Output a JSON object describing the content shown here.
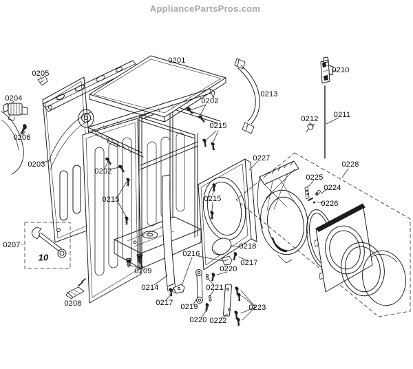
{
  "watermark": "AppliancePartsPros.com",
  "labels": {
    "0201": "0201",
    "0202": "0202",
    "0203": "0203",
    "0204": "0204",
    "0205": "0205",
    "0206": "0206",
    "0207": "0207",
    "0208": "0208",
    "0209": "0209",
    "0210": "0210",
    "0211": "0211",
    "0212": "0212",
    "0213": "0213",
    "0214": "0214",
    "0215": "0215",
    "0216": "0216",
    "0217": "0217",
    "0218": "0218",
    "0219": "0219",
    "0220": "0220",
    "0221": "0221",
    "0222": "0222",
    "0223": "0223",
    "0224": "0224",
    "0225": "0225",
    "0226": "0226",
    "0227": "0227",
    "0228": "0228"
  },
  "tool": {
    "wrench_size": "10"
  },
  "colors": {
    "background": "#ffffff",
    "line": "#1c1c1c",
    "label_text": "#0a0a0a",
    "watermark": "#a7a7aa"
  }
}
